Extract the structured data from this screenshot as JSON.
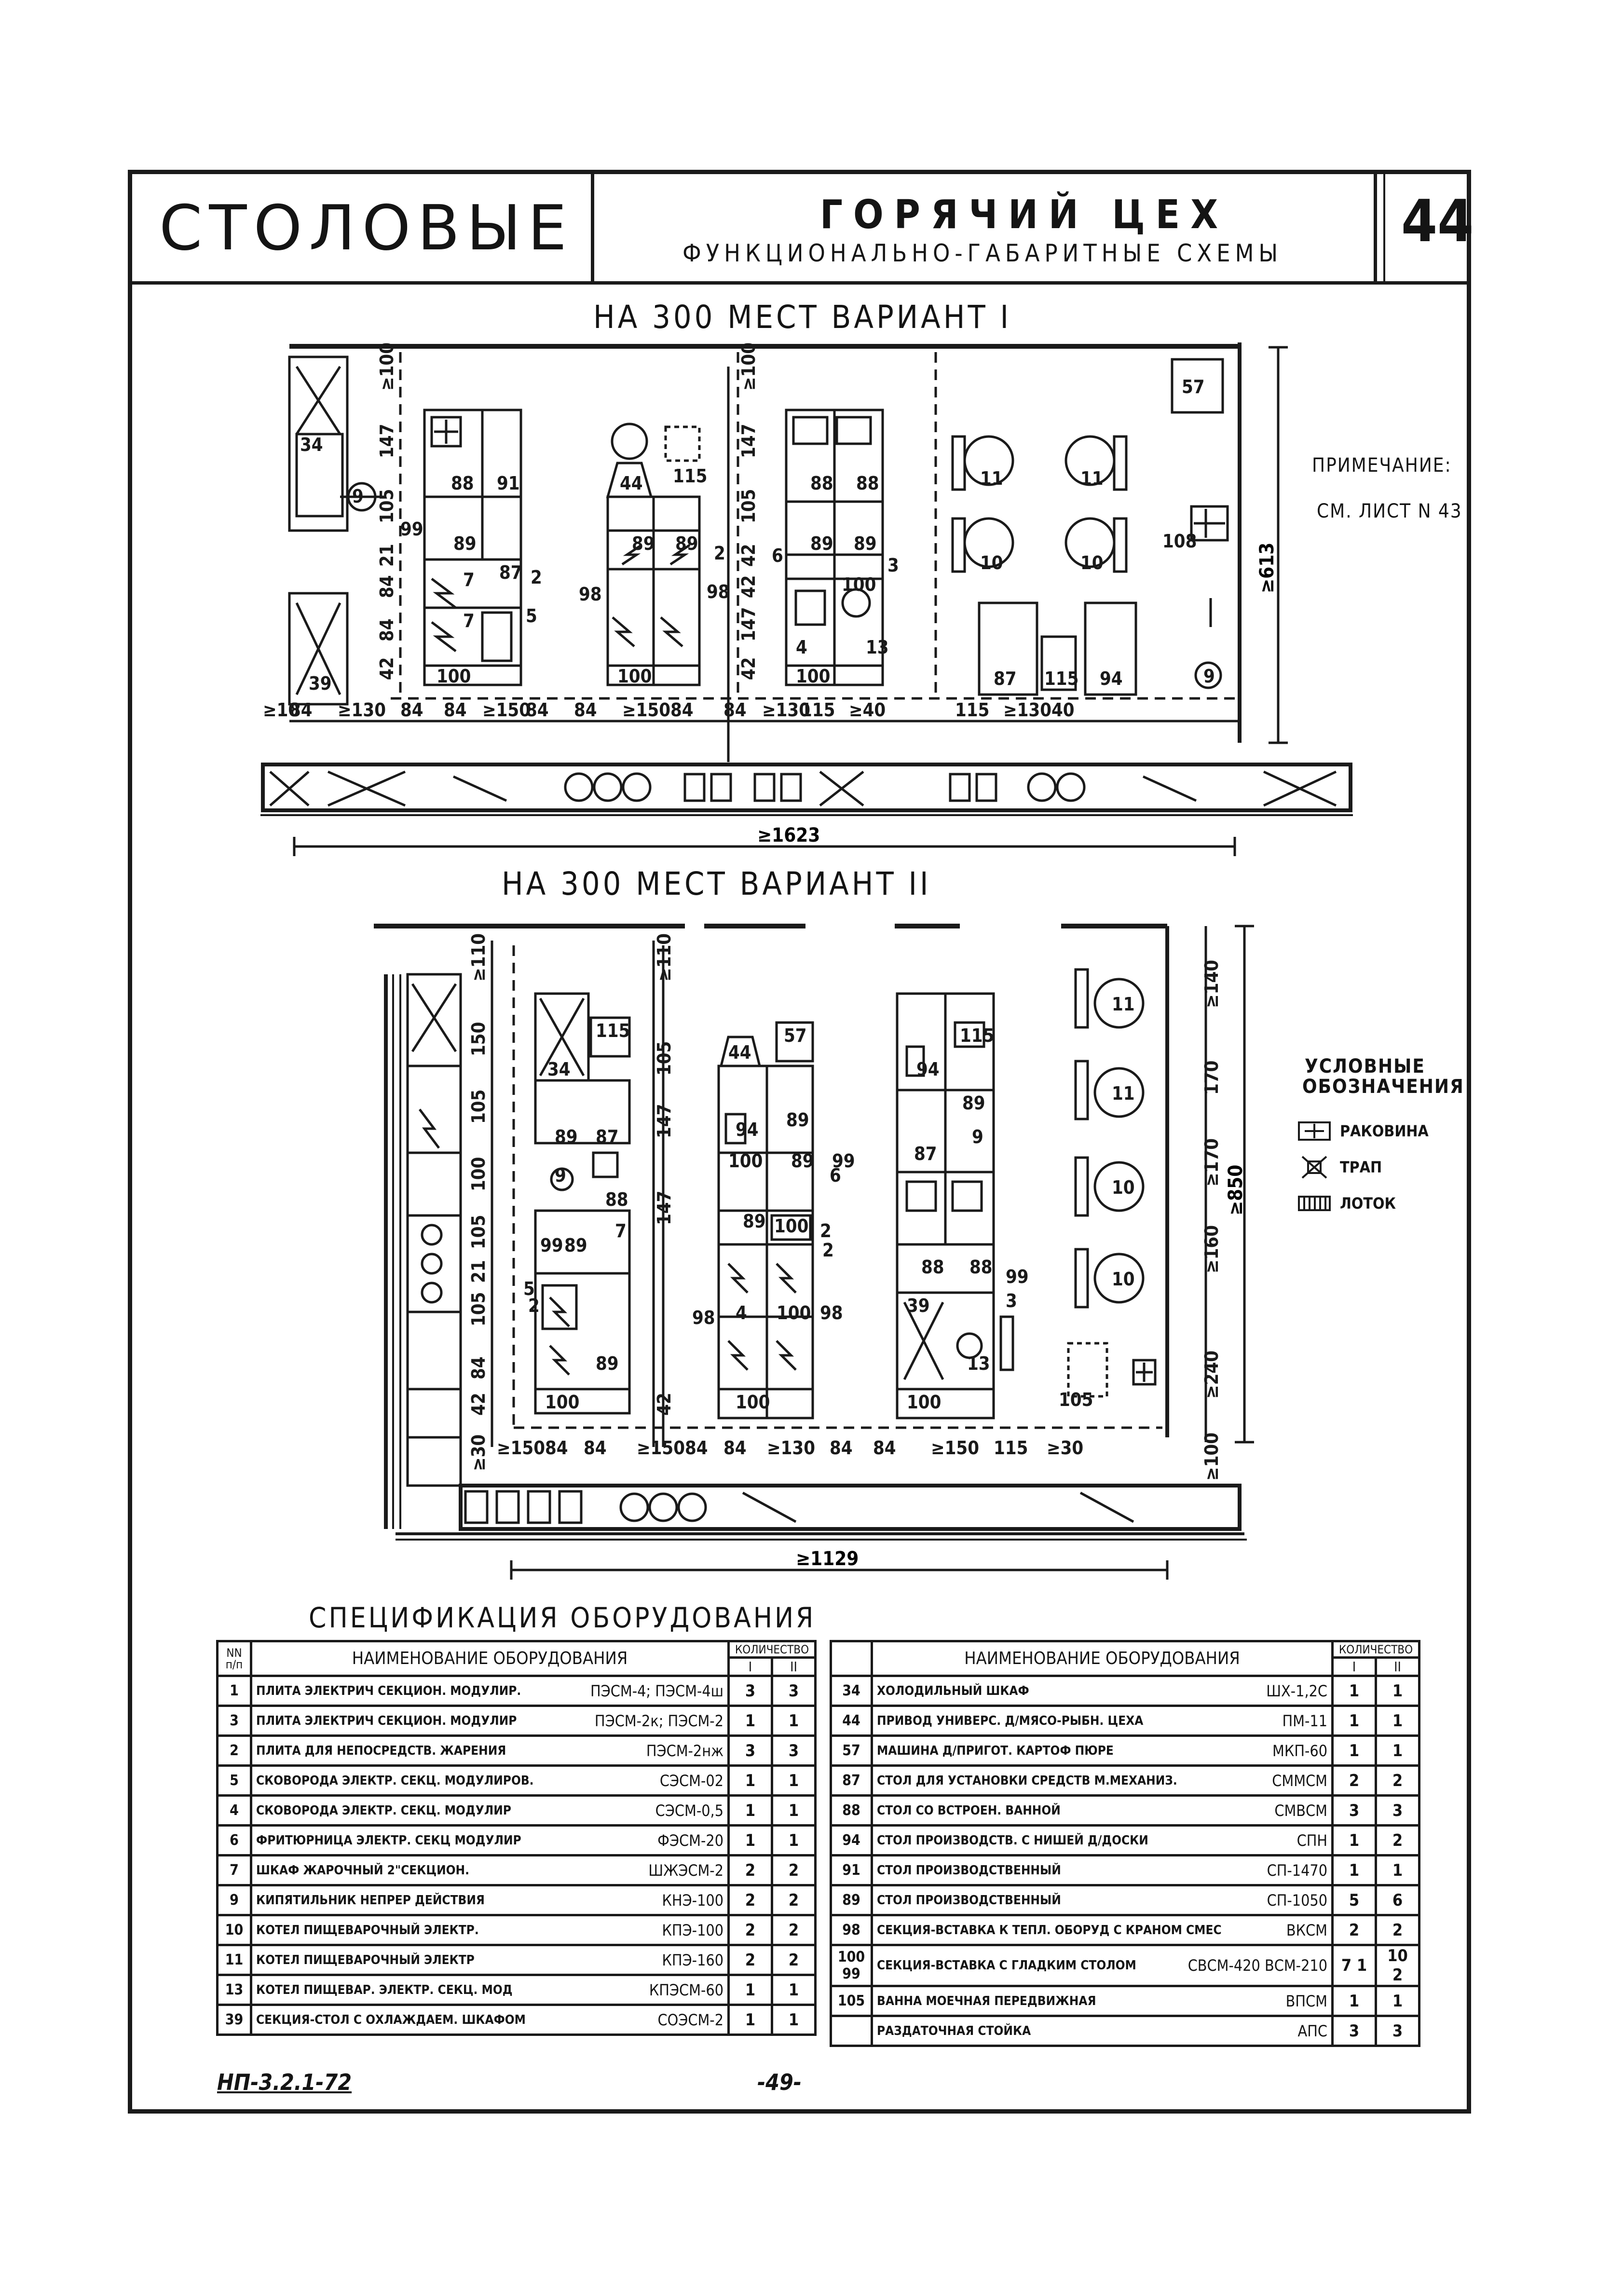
{
  "header": {
    "brand": "СТОЛОВЫЕ",
    "title": "ГОРЯЧИЙ ЦЕХ",
    "subtitle": "ФУНКЦИОНАЛЬНО-ГАБАРИТНЫЕ СХЕМЫ",
    "sheet_number": "44"
  },
  "variant1": {
    "title": "НА 300 МЕСТ ВАРИАНТ I",
    "total_length": "≥1623",
    "overall_depth": "≥613",
    "bottom_dims": [
      "≥10",
      "84",
      "≥130",
      "84",
      "84",
      "≥150",
      "84",
      "84",
      "≥150",
      "84",
      "84",
      "≥130",
      "115",
      "≥40",
      "115",
      "≥130",
      "40"
    ],
    "left_dims_block1": [
      "≥100",
      "147",
      "105",
      "21",
      "84",
      "84",
      "42"
    ],
    "left_dims_block3": [
      "≥100",
      "147",
      "105",
      "42",
      "42",
      "147",
      "42"
    ],
    "end_dims": [
      "≥100",
      "≥130",
      "≥130",
      "≥130"
    ],
    "labels": {
      "b1": [
        "34",
        "9",
        "39",
        "88",
        "91",
        "89",
        "99",
        "7",
        "87",
        "2",
        "7",
        "5",
        "100"
      ],
      "b2": [
        "44",
        "115",
        "89",
        "89",
        "2",
        "98",
        "98",
        "100"
      ],
      "b3": [
        "88",
        "88",
        "89",
        "89",
        "3",
        "100",
        "4",
        "13",
        "100",
        "6"
      ],
      "b4": [
        "57",
        "11",
        "11",
        "10",
        "10",
        "108",
        "87",
        "115",
        "94",
        "9"
      ]
    }
  },
  "note": {
    "label": "ПРИМЕЧАНИЕ:",
    "text": "СМ. ЛИСТ N 43"
  },
  "variant2": {
    "title": "НА 300 МЕСТ ВАРИАНТ II",
    "total_length": "≥1129",
    "overall_depth": "≥850",
    "right_dims": [
      "≥140",
      "170",
      "≥170",
      "≥160",
      "≥240",
      "≥100"
    ],
    "left_dims": [
      "≥110",
      "150",
      "105",
      "100",
      "105",
      "21",
      "105",
      "84",
      "42",
      "≥30"
    ],
    "col2_dims": [
      "≥110",
      "105",
      "147",
      "147",
      "42"
    ],
    "bottom_dims": [
      "≥150",
      "84",
      "84",
      "≥150",
      "84",
      "84",
      "≥130",
      "84",
      "84",
      "≥150",
      "115",
      "≥30"
    ],
    "labels": {
      "b1": [
        "115",
        "34",
        "89",
        "87",
        "9",
        "88",
        "99",
        "89",
        "7",
        "5",
        "2",
        "89",
        "100"
      ],
      "b2": [
        "44",
        "57",
        "89",
        "94",
        "100",
        "89",
        "99",
        "6",
        "89",
        "100",
        "2",
        "2",
        "98",
        "4",
        "100",
        "98",
        "100"
      ],
      "b3": [
        "115",
        "94",
        "89",
        "9",
        "87",
        "88",
        "88",
        "99",
        "39",
        "3",
        "13",
        "100",
        "105"
      ],
      "b4": [
        "11",
        "11",
        "10",
        "10"
      ]
    }
  },
  "legend": {
    "title": "УСЛОВНЫЕ ОБОЗНАЧЕНИЯ",
    "items": [
      {
        "icon": "sink-icon",
        "label": "РАКОВИНА"
      },
      {
        "icon": "drain-icon",
        "label": "ТРАП"
      },
      {
        "icon": "gutter-icon",
        "label": "ЛОТОК"
      }
    ]
  },
  "spec": {
    "title": "СПЕЦИФИКАЦИЯ ОБОРУДОВАНИЯ",
    "headers": {
      "num": "NN п/п",
      "name": "НАИМЕНОВАНИЕ ОБОРУДОВАНИЯ",
      "qty": "КОЛИЧЕСТВО",
      "q1": "I",
      "q2": "II"
    },
    "left_rows": [
      {
        "n": "1",
        "name": "ПЛИТА ЭЛЕКТРИЧ СЕКЦИОН. МОДУЛИР.",
        "model": "ПЭСМ-4; ПЭСМ-4ш",
        "q1": "3",
        "q2": "3"
      },
      {
        "n": "3",
        "name": "ПЛИТА ЭЛЕКТРИЧ СЕКЦИОН. МОДУЛИР",
        "model": "ПЭСМ-2к; ПЭСМ-2",
        "q1": "1",
        "q2": "1"
      },
      {
        "n": "2",
        "name": "ПЛИТА ДЛЯ НЕПОСРЕДСТВ. ЖАРЕНИЯ",
        "model": "ПЭСМ-2нж",
        "q1": "3",
        "q2": "3"
      },
      {
        "n": "5",
        "name": "СКОВОРОДА ЭЛЕКТР. СЕКЦ. МОДУЛИРОВ.",
        "model": "СЭСМ-02",
        "q1": "1",
        "q2": "1"
      },
      {
        "n": "4",
        "name": "СКОВОРОДА ЭЛЕКТР. СЕКЦ. МОДУЛИР",
        "model": "СЭСМ-0,5",
        "q1": "1",
        "q2": "1"
      },
      {
        "n": "6",
        "name": "ФРИТЮРНИЦА ЭЛЕКТР. СЕКЦ МОДУЛИР",
        "model": "ФЭСМ-20",
        "q1": "1",
        "q2": "1"
      },
      {
        "n": "7",
        "name": "ШКАФ ЖАРОЧНЫЙ 2\"СЕКЦИОН.",
        "model": "ШЖЭСМ-2",
        "q1": "2",
        "q2": "2"
      },
      {
        "n": "9",
        "name": "КИПЯТИЛЬНИК НЕПРЕР ДЕЙСТВИЯ",
        "model": "КНЭ-100",
        "q1": "2",
        "q2": "2"
      },
      {
        "n": "10",
        "name": "КОТЕЛ ПИЩЕВАРОЧНЫЙ ЭЛЕКТР.",
        "model": "КПЭ-100",
        "q1": "2",
        "q2": "2"
      },
      {
        "n": "11",
        "name": "КОТЕЛ ПИЩЕВАРОЧНЫЙ ЭЛЕКТР",
        "model": "КПЭ-160",
        "q1": "2",
        "q2": "2"
      },
      {
        "n": "13",
        "name": "КОТЕЛ ПИЩЕВАР. ЭЛЕКТР. СЕКЦ. МОД",
        "model": "КПЭСМ-60",
        "q1": "1",
        "q2": "1"
      },
      {
        "n": "39",
        "name": "СЕКЦИЯ-СТОЛ С ОХЛАЖДАЕМ. ШКАФОМ",
        "model": "СОЭСМ-2",
        "q1": "1",
        "q2": "1"
      }
    ],
    "right_rows": [
      {
        "n": "34",
        "name": "ХОЛОДИЛЬНЫЙ ШКАФ",
        "model": "ШХ-1,2С",
        "q1": "1",
        "q2": "1"
      },
      {
        "n": "44",
        "name": "ПРИВОД УНИВЕРС. Д/МЯСО-РЫБН. ЦЕХА",
        "model": "ПМ-11",
        "q1": "1",
        "q2": "1"
      },
      {
        "n": "57",
        "name": "МАШИНА Д/ПРИГОТ. КАРТОФ ПЮРЕ",
        "model": "МКП-60",
        "q1": "1",
        "q2": "1"
      },
      {
        "n": "87",
        "name": "СТОЛ ДЛЯ УСТАНОВКИ СРЕДСТВ М.МЕХАНИЗ.",
        "model": "СММСМ",
        "q1": "2",
        "q2": "2"
      },
      {
        "n": "88",
        "name": "СТОЛ СО ВСТРОЕН. ВАННОЙ",
        "model": "СМВСМ",
        "q1": "3",
        "q2": "3"
      },
      {
        "n": "94",
        "name": "СТОЛ ПРОИЗВОДСТВ. С НИШЕЙ Д/ДОСКИ",
        "model": "СПН",
        "q1": "1",
        "q2": "2"
      },
      {
        "n": "91",
        "name": "СТОЛ ПРОИЗВОДСТВЕННЫЙ",
        "model": "СП-1470",
        "q1": "1",
        "q2": "1"
      },
      {
        "n": "89",
        "name": "СТОЛ ПРОИЗВОДСТВЕННЫЙ",
        "model": "СП-1050",
        "q1": "5",
        "q2": "6"
      },
      {
        "n": "98",
        "name": "СЕКЦИЯ-ВСТАВКА К ТЕПЛ. ОБОРУД С КРАНОМ СМЕС",
        "model": "ВКСМ",
        "q1": "2",
        "q2": "2"
      },
      {
        "n": "100 99",
        "name": "СЕКЦИЯ-ВСТАВКА С ГЛАДКИМ СТОЛОМ",
        "model": "СВСМ-420 ВСМ-210",
        "q1": "7 1",
        "q2": "10 2"
      },
      {
        "n": "105",
        "name": "ВАННА МОЕЧНАЯ ПЕРЕДВИЖНАЯ",
        "model": "ВПСМ",
        "q1": "1",
        "q2": "1"
      },
      {
        "n": "",
        "name": "РАЗДАТОЧНАЯ СТОЙКА",
        "model": "АПС",
        "q1": "3",
        "q2": "3"
      }
    ]
  },
  "footer": {
    "code": "НП-3.2.1-72",
    "page": "-49-"
  }
}
